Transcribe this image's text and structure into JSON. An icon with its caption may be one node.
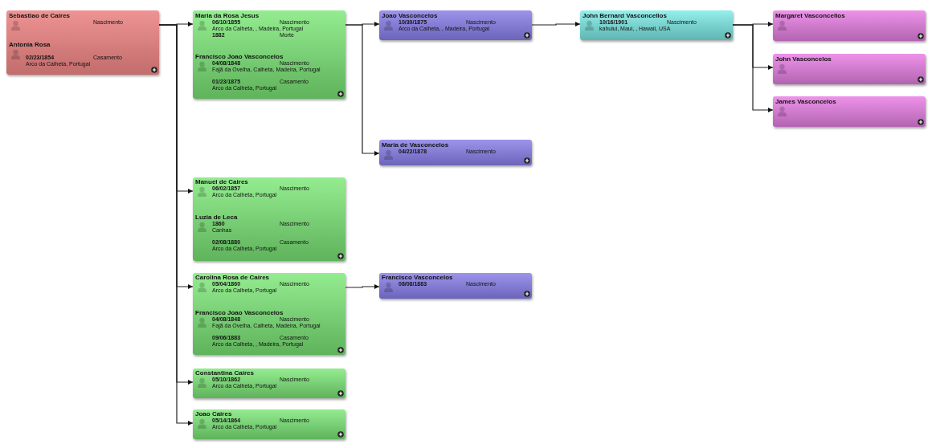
{
  "diagram": {
    "nodes": [
      {
        "text": [
          "Sebastiao de Caires",
          "Nascimento",
          "Antonia Rosa",
          "02/23/1854",
          "Casamento",
          "Arco da Calheta, Portugal"
        ]
      },
      {
        "text": [
          "Maria da Rosa Jesus",
          "06/10/1855",
          "Nascimento",
          "Arco da Calheta, , Madeira, Portugal",
          "1882",
          "Morte",
          "Francisco Joao Vasconcelos",
          "04/08/1848",
          "Nascimento",
          "Fajã da Ovelha, Calheta, Madeira, Portugal",
          "01/23/1875",
          "Casamento",
          "Arco da Calheta, Portugal"
        ]
      },
      {
        "text": [
          "Manuel de Caires",
          "06/02/1857",
          "Nascimento",
          "Arco da Calheta, Portugal",
          "Luzia de Leca",
          "1860",
          "Nascimento",
          "Canhas",
          "02/08/1880",
          "Casamento",
          "Arco da Calheta, Portugal"
        ]
      },
      {
        "text": [
          "Carolina Rosa de Caires",
          "05/04/1860",
          "Nascimento",
          "Arco da Calheta, Portugal",
          "Francisco Joao Vasconcelos",
          "04/08/1848",
          "Nascimento",
          "Fajã da Ovelha, Calheta, Madeira, Portugal",
          "09/06/1883",
          "Casamento",
          "Arco da Calheta, , Madeira, Portugal"
        ]
      },
      {
        "text": [
          "Constantina Caires",
          "05/10/1862",
          "Nascimento",
          "Arco da Calheta, Portugal"
        ]
      },
      {
        "text": [
          "Joao Caires",
          "05/14/1864",
          "Nascimento",
          "Arco da Calheta, Portugal"
        ]
      },
      {
        "text": [
          "Joao Vasconcelos",
          "10/30/1875",
          "Nascimento",
          "Arco da Calheta, , Madeira, Portugal"
        ]
      },
      {
        "text": [
          "Maria de Vasconcelos",
          "04/22/1878",
          "Nascimento"
        ]
      },
      {
        "text": [
          "Francisco Vasconcelos",
          "08/08/1883",
          "Nascimento"
        ]
      },
      {
        "text": [
          "John Bernard Vasconcellos",
          "10/16/1901",
          "Nascimento",
          "kahului, Maui, , Hawaii, USA"
        ]
      },
      {
        "text": [
          "Margaret Vasconcellos"
        ]
      },
      {
        "text": [
          "John Vasconcelos"
        ]
      },
      {
        "text": [
          "James Vasconcelos"
        ]
      }
    ],
    "edges": [
      {
        "from": 0,
        "to": 1,
        "arrow": "to"
      },
      {
        "from": 0,
        "to": 2,
        "arrow": "to"
      },
      {
        "from": 0,
        "to": 3,
        "arrow": "to"
      },
      {
        "from": 0,
        "to": 4,
        "arrow": "to"
      },
      {
        "from": 0,
        "to": 5,
        "arrow": "to"
      },
      {
        "from": 1,
        "to": 6,
        "arrow": "to"
      },
      {
        "from": 1,
        "to": 7,
        "arrow": "to"
      },
      {
        "from": 3,
        "to": 8,
        "arrow": "to"
      },
      {
        "from": 6,
        "to": 9,
        "arrow": "to"
      },
      {
        "from": 9,
        "to": 10,
        "arrow": "to"
      },
      {
        "from": 9,
        "to": 11,
        "arrow": "to"
      },
      {
        "from": 9,
        "to": 12,
        "arrow": "to"
      }
    ]
  }
}
